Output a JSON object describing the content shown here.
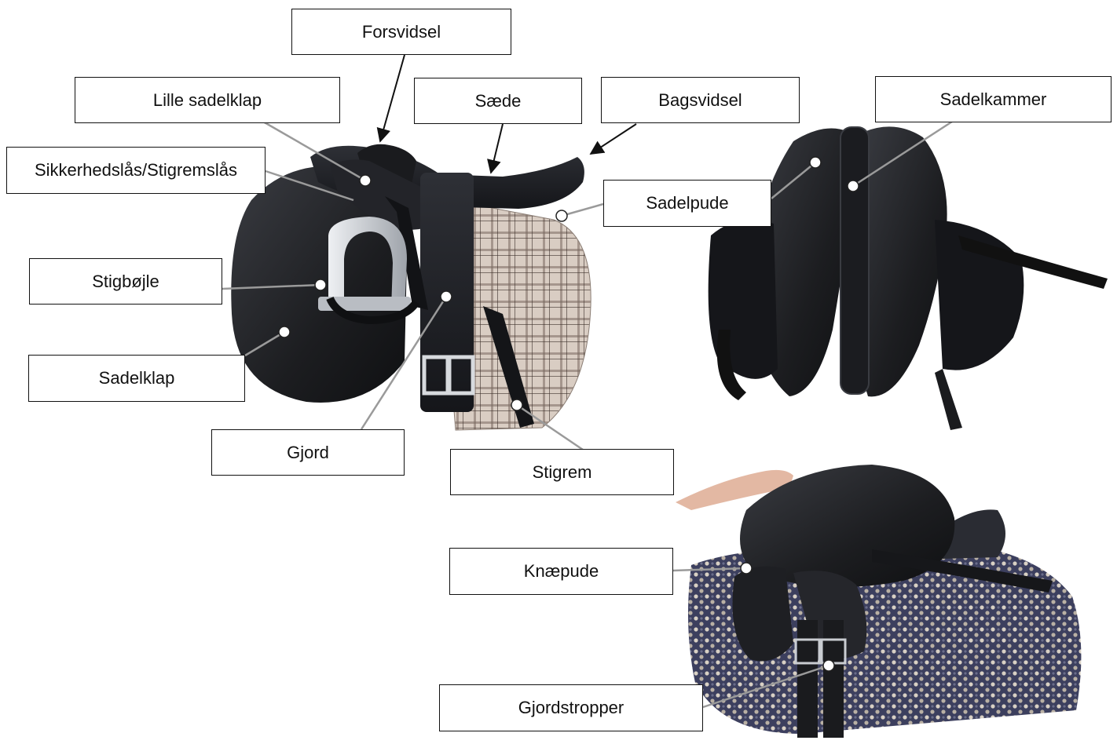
{
  "labels": {
    "forsvidsel": "Forsvidsel",
    "lille_sadelklap": "Lille sadelklap",
    "saede": "Sæde",
    "bagsvidsel": "Bagsvidsel",
    "sadelkammer": "Sadelkammer",
    "sikkerhedslaas": "Sikkerhedslås/Stigremslås",
    "sadelpude": "Sadelpude",
    "stigboejle": "Stigbøjle",
    "sadelklap": "Sadelklap",
    "gjord": "Gjord",
    "stigrem": "Stigrem",
    "knaepude": "Knæpude",
    "gjordstropper": "Gjordstropper"
  },
  "colors": {
    "leather": "#1c1d20",
    "leather_highlight": "#3a3c42",
    "plaid_base": "#d9cdc3",
    "plaid_line": "#4a3f3a",
    "quilt_base": "#3c3f5e",
    "quilt_dot": "#d8d0c4",
    "steel": "#c9ccd1",
    "leader_line": "#9a9a9a",
    "arrow": "#111111"
  }
}
